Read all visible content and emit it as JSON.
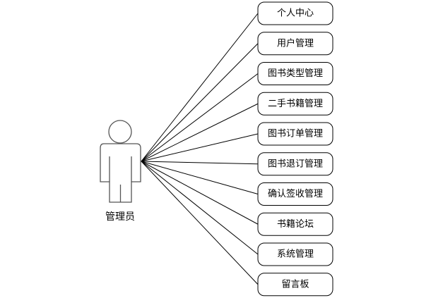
{
  "actor": {
    "label": "管理员"
  },
  "use_cases": [
    {
      "label": "个人中心"
    },
    {
      "label": "用户管理"
    },
    {
      "label": "图书类型管理"
    },
    {
      "label": "二手书籍管理"
    },
    {
      "label": "图书订单管理"
    },
    {
      "label": "图书退订管理"
    },
    {
      "label": "确认签收管理"
    },
    {
      "label": "书籍论坛"
    },
    {
      "label": "系统管理"
    },
    {
      "label": "留言板"
    }
  ]
}
